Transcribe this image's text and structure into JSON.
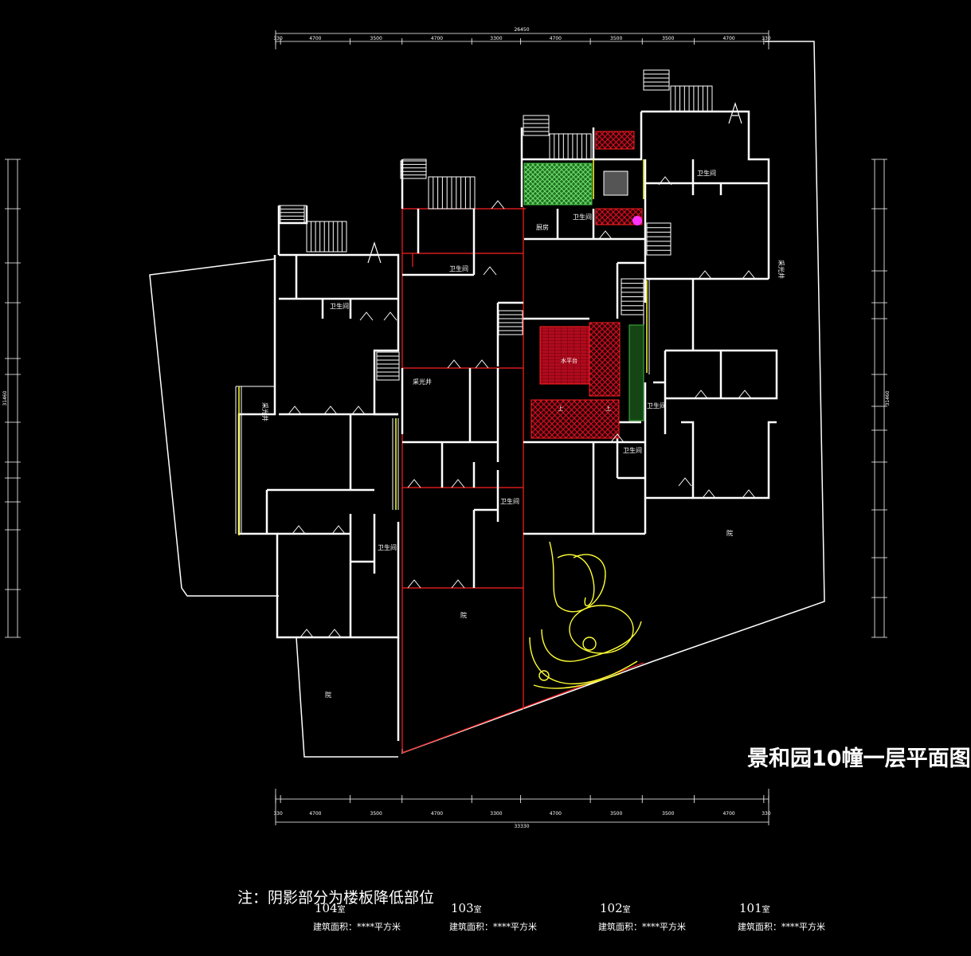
{
  "title": "景和园10幢一层平面图",
  "note": "注：阴影部分为楼板降低部位",
  "units": [
    {
      "room": "104",
      "suffix": "室",
      "area_label": "建筑面积：****平方米"
    },
    {
      "room": "103",
      "suffix": "室",
      "area_label": "建筑面积：****平方米"
    },
    {
      "room": "102",
      "suffix": "室",
      "area_label": "建筑面积：****平方米"
    },
    {
      "room": "101",
      "suffix": "室",
      "area_label": "建筑面积：****平方米"
    }
  ],
  "dimensions": {
    "top_total": "26450",
    "top_segments": [
      "330",
      "4700",
      "3500",
      "4700",
      "3300",
      "4700",
      "3500",
      "3500",
      "4700",
      "330"
    ],
    "bottom_total": "33330",
    "bottom_segments": [
      "330",
      "4700",
      "3500",
      "4700",
      "3300",
      "4700",
      "3500",
      "3500",
      "4700",
      "330"
    ],
    "left_total": "31460",
    "right_total": "31460"
  },
  "room_labels": {
    "bath": "卫生间",
    "kitchen": "厨房",
    "light_well": "采光井",
    "platform": "水平台",
    "up": "上",
    "yard": "院"
  },
  "colors": {
    "wall": "#ffffff",
    "red_line": "#ff2020",
    "hatch_red": "#c8102e",
    "green": "#3fb83f",
    "yellow": "#ffff33",
    "magenta": "#ff33ff"
  }
}
